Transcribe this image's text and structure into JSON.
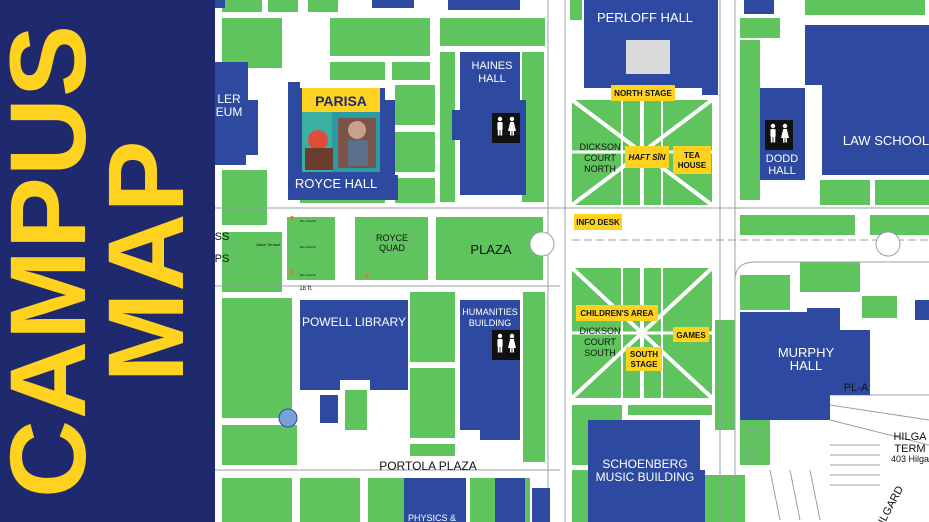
{
  "sidebar": {
    "line1": "CAMPUS",
    "line2": "MAP",
    "bg": "#1f2a6e",
    "text_color": "#ffd21f"
  },
  "colors": {
    "building": "#2d4aa0",
    "green": "#5fc45e",
    "highlight": "#ffd21f",
    "path": "#ffffff"
  },
  "buildings": {
    "perloff": "PERLOFF HALL",
    "haines_1": "HAINES",
    "haines_2": "HALL",
    "fowler_1": "LER",
    "fowler_2": "EUM",
    "royce": "ROYCE HALL",
    "dodd_1": "DODD",
    "dodd_2": "HALL",
    "law": "LAW SCHOOL",
    "powell": "POWELL LIBRARY",
    "humanities_1": "HUMANITIES",
    "humanities_2": "BUILDING",
    "murphy_1": "MURPHY",
    "murphy_2": "HALL",
    "schoenberg_1": "SCHOENBERG",
    "schoenberg_2": "MUSIC BUILDING",
    "physics": "PHYSICS &"
  },
  "places": {
    "dickson_north_1": "DICKSON",
    "dickson_north_2": "COURT",
    "dickson_north_3": "NORTH",
    "dickson_south_1": "DICKSON",
    "dickson_south_2": "COURT",
    "dickson_south_3": "SOUTH",
    "royce_quad_1": "ROYCE",
    "royce_quad_2": "QUAD",
    "plaza": "PLAZA",
    "portola": "PORTOLA  PLAZA",
    "ss_1": "SS",
    "ss_2": "PS",
    "pla": "PL-A",
    "hilgard_1": "HILGA",
    "hilgard_2": "TERM",
    "hilgard_3": "403 Hilga",
    "hilgard_ave": "HILGARD",
    "tongva": "Janss Terrace",
    "ft18": "18 ft.",
    "tiny_1": "Elm Arborist",
    "tiny_2": "Elm Arborist",
    "tiny_3": "Elm Arborist"
  },
  "tags": {
    "north_stage": "NORTH STAGE",
    "haft_sin": "HAFT SĪN",
    "tea_1": "TEA",
    "tea_2": "HOUSE",
    "info_desk": "INFO DESK",
    "childrens_area": "CHILDREN'S AREA",
    "games": "GAMES",
    "south_1": "SOUTH",
    "south_2": "STAGE"
  },
  "event": {
    "title": "PARISA"
  },
  "icons": [
    "restroom-icon",
    "restroom-icon",
    "restroom-icon"
  ]
}
